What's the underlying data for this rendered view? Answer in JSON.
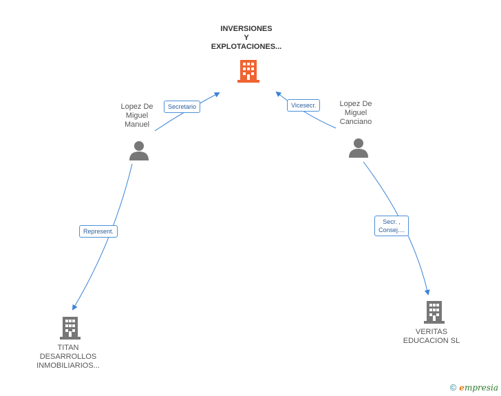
{
  "nodes": {
    "main_company": {
      "lines": [
        "INVERSIONES",
        "Y",
        "EXPLOTACIONES..."
      ],
      "color": "#f06432",
      "icon": "building-icon"
    },
    "person_manuel": {
      "lines": [
        "Lopez De",
        "Miguel",
        "Manuel"
      ],
      "icon": "person-icon"
    },
    "person_canciano": {
      "lines": [
        "Lopez De",
        "Miguel",
        "Canciano"
      ],
      "icon": "person-icon"
    },
    "company_titan": {
      "lines": [
        "TITAN",
        "DESARROLLOS",
        "INMOBILIARIOS..."
      ],
      "icon": "building-icon"
    },
    "company_veritas": {
      "lines": [
        "VERITAS",
        "EDUCACION SL"
      ],
      "icon": "building-icon"
    }
  },
  "relations": {
    "secretario": {
      "lines": [
        "Secretario"
      ]
    },
    "vicesecr": {
      "lines": [
        "Vicesecr."
      ]
    },
    "represent": {
      "lines": [
        "Represent."
      ]
    },
    "secr_consej": {
      "lines": [
        "Secr. ,",
        "Consej...."
      ]
    }
  },
  "colors": {
    "edge": "#3a82d8",
    "node_gray": "#777777",
    "main": "#f06432"
  },
  "footer": {
    "copyright": "©",
    "brand_e": "e",
    "brand_rest": "mpresia"
  }
}
